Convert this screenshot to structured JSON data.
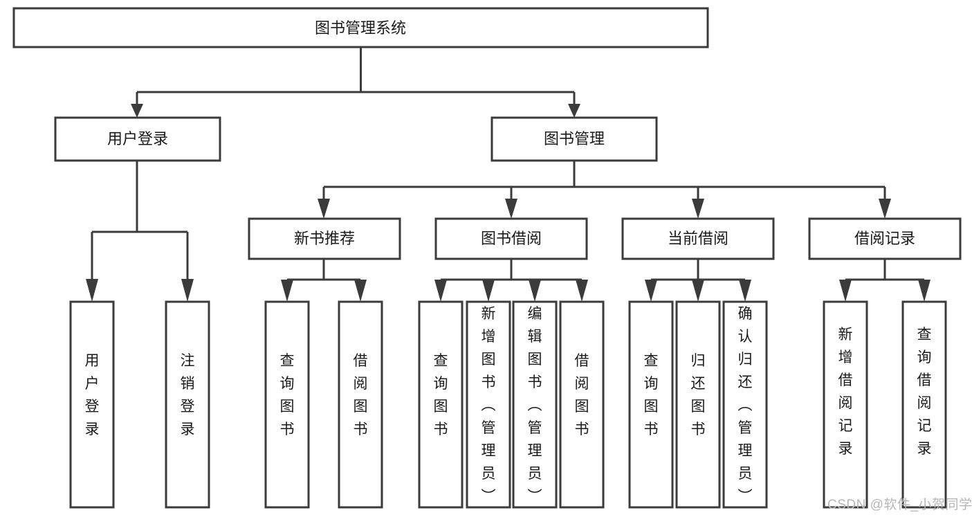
{
  "diagram": {
    "type": "tree-hierarchy",
    "orientation": "top-down",
    "root": {
      "id": "root",
      "label": "图书管理系统",
      "text_direction": "horizontal"
    },
    "level2": [
      {
        "id": "user-login",
        "label": "用户登录",
        "text_direction": "horizontal"
      },
      {
        "id": "book-management",
        "label": "图书管理",
        "text_direction": "horizontal"
      }
    ],
    "level3": [
      {
        "id": "new-book-recommend",
        "label": "新书推荐",
        "parent": "book-management",
        "text_direction": "horizontal"
      },
      {
        "id": "book-borrow",
        "label": "图书借阅",
        "parent": "book-management",
        "text_direction": "horizontal"
      },
      {
        "id": "current-borrow",
        "label": "当前借阅",
        "parent": "book-management",
        "text_direction": "horizontal"
      },
      {
        "id": "borrow-record",
        "label": "借阅记录",
        "parent": "book-management",
        "text_direction": "horizontal"
      }
    ],
    "leaves": [
      {
        "id": "leaf-user-login",
        "label": "用户登录",
        "parent": "user-login",
        "text_direction": "vertical"
      },
      {
        "id": "leaf-logout-login",
        "label": "注销登录",
        "parent": "user-login",
        "text_direction": "vertical"
      },
      {
        "id": "leaf-query-book-1",
        "label": "查询图书",
        "parent": "new-book-recommend",
        "text_direction": "vertical"
      },
      {
        "id": "leaf-borrow-book-1",
        "label": "借阅图书",
        "parent": "new-book-recommend",
        "text_direction": "vertical"
      },
      {
        "id": "leaf-query-book-2",
        "label": "查询图书",
        "parent": "book-borrow",
        "text_direction": "vertical"
      },
      {
        "id": "leaf-add-book",
        "label": "新增图书（管理员）",
        "parent": "book-borrow",
        "text_direction": "vertical"
      },
      {
        "id": "leaf-edit-book",
        "label": "编辑图书（管理员）",
        "parent": "book-borrow",
        "text_direction": "vertical"
      },
      {
        "id": "leaf-borrow-book-2",
        "label": "借阅图书",
        "parent": "book-borrow",
        "text_direction": "vertical"
      },
      {
        "id": "leaf-query-book-3",
        "label": "查询图书",
        "parent": "current-borrow",
        "text_direction": "vertical"
      },
      {
        "id": "leaf-return-book",
        "label": "归还图书",
        "parent": "current-borrow",
        "text_direction": "vertical"
      },
      {
        "id": "leaf-confirm-return",
        "label": "确认归还（管理员）",
        "parent": "current-borrow",
        "text_direction": "vertical"
      },
      {
        "id": "leaf-add-record",
        "label": "新增借阅记录",
        "parent": "borrow-record",
        "text_direction": "vertical"
      },
      {
        "id": "leaf-query-record",
        "label": "查询借阅记录",
        "parent": "borrow-record",
        "text_direction": "vertical"
      }
    ]
  },
  "watermark": {
    "text": "CSDN @软件_小贺同学",
    "color": "#b6b6b6"
  },
  "style": {
    "box_fill": "#ffffff",
    "box_stroke": "#3b3b3b",
    "text_color": "#1a1a1a",
    "background": "#ffffff"
  }
}
